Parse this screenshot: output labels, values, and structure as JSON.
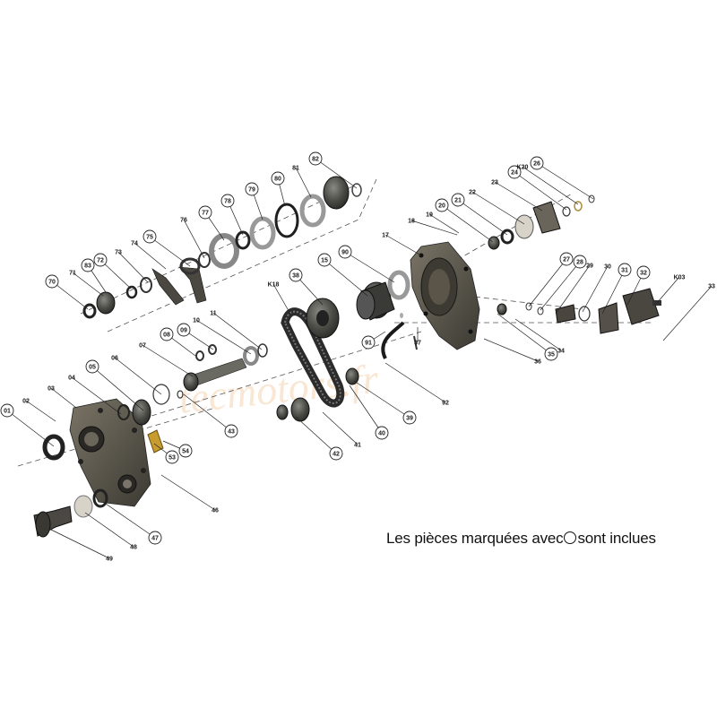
{
  "watermark": "tecmotors.fr",
  "caption": {
    "before": "Les pièces marquées avec",
    "after": "sont inclues"
  },
  "callouts": [
    "01",
    "02",
    "03",
    "04",
    "05",
    "06",
    "07",
    "08",
    "09",
    "10",
    "11",
    "15",
    "17",
    "18",
    "19",
    "20",
    "21",
    "22",
    "23",
    "24",
    "26",
    "K20",
    "27",
    "28",
    "29",
    "30",
    "31",
    "32",
    "K03",
    "33",
    "34",
    "35",
    "36",
    "37",
    "38",
    "39",
    "40",
    "41",
    "42",
    "43",
    "46",
    "47",
    "48",
    "49",
    "53",
    "54",
    "70",
    "71",
    "72",
    "73",
    "74",
    "75",
    "76",
    "77",
    "78",
    "79",
    "80",
    "81",
    "82",
    "83",
    "K18",
    "90",
    "91",
    "92"
  ],
  "circled_callouts": [
    "01",
    "05",
    "08",
    "09",
    "15",
    "20",
    "21",
    "24",
    "26",
    "27",
    "28",
    "31",
    "32",
    "35",
    "38",
    "39",
    "40",
    "42",
    "43",
    "47",
    "53",
    "54",
    "70",
    "72",
    "75",
    "77",
    "78",
    "79",
    "80",
    "82",
    "83",
    "90",
    "91"
  ]
}
